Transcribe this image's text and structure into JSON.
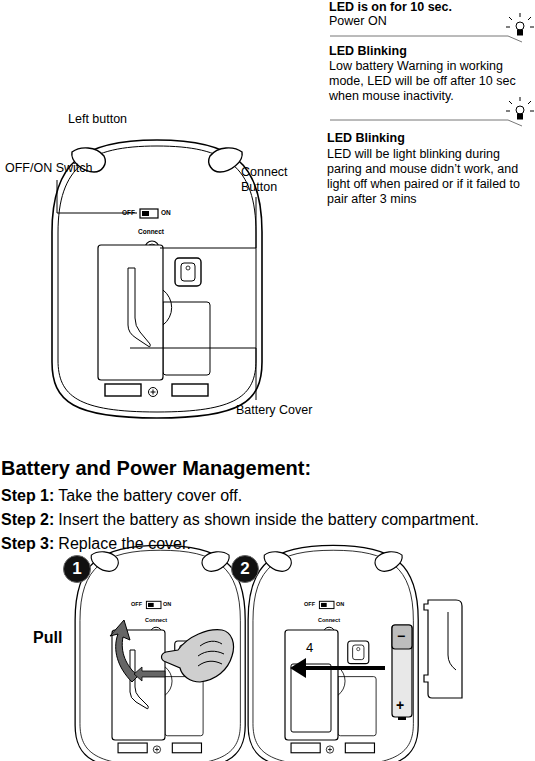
{
  "diagram": {
    "title": "Battery and Power Management:",
    "nodes": [
      {
        "text": [
          "1"
        ]
      },
      {
        "text": [
          "2"
        ]
      }
    ],
    "labels": [
      "LED is on for 10 sec.",
      "Power ON",
      "LED Blinking",
      "Low battery Warning in working mode, LED will be off after 10 sec when mouse inactivity.",
      "LED Blinking",
      "LED will be light blinking during paring and mouse didn’t work, and light off when paired or if it failed to pair after 3 mins",
      "Left button",
      "OFF/ON Switch",
      "Connect Button",
      "OFF",
      "ON",
      "Connect",
      "Battery Cover",
      "Step 1:",
      "Take the battery cover off.",
      "Step 2:",
      "Insert the battery as shown inside the battery compartment.",
      "Step 3:",
      "Replace the cover.",
      "Pull",
      "OFF",
      "ON",
      "Connect",
      "OFF",
      "ON",
      "Connect",
      "4",
      "−",
      "+"
    ]
  }
}
